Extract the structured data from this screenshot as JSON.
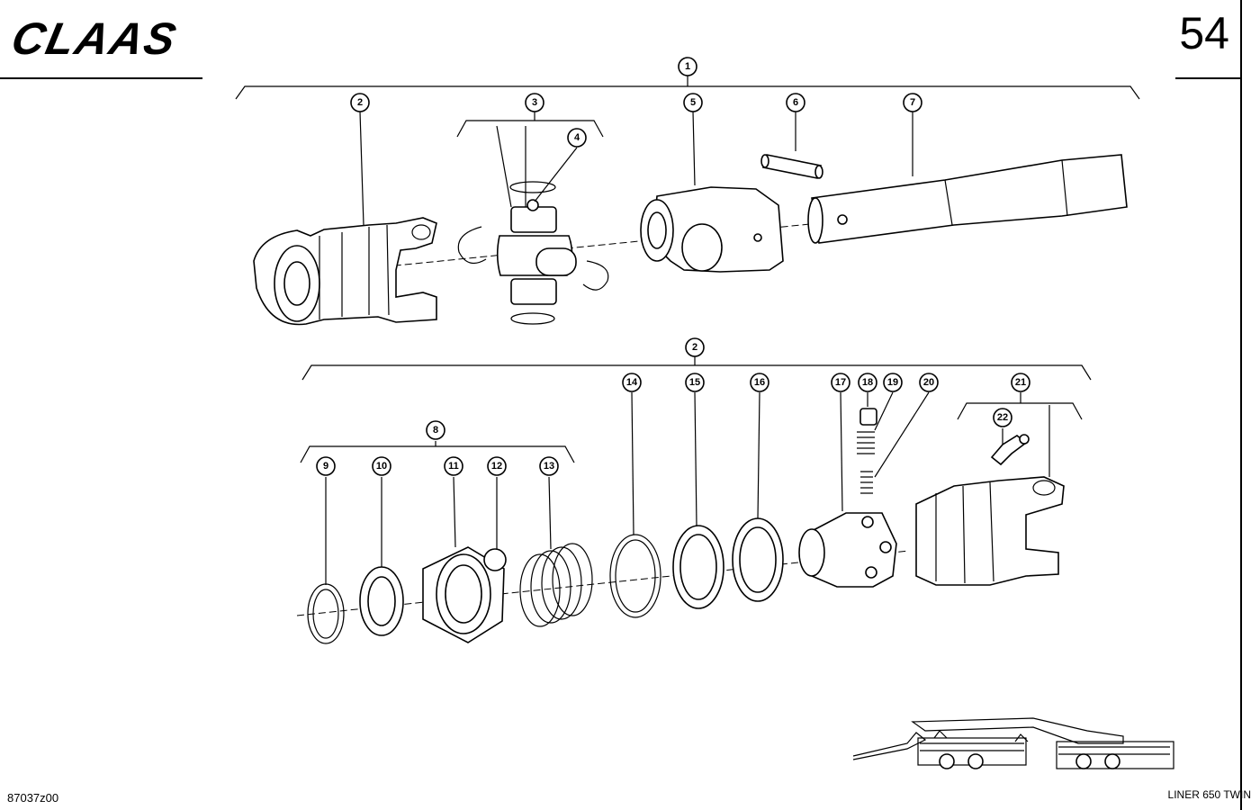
{
  "header": {
    "brand": "CLAAS",
    "page_number": "54"
  },
  "footer": {
    "drawing_code": "87037z00",
    "machine_model": "LINER 650 TWIN"
  },
  "callouts": [
    "1",
    "2",
    "3",
    "4",
    "5",
    "6",
    "7",
    "8",
    "9",
    "10",
    "11",
    "12",
    "13",
    "14",
    "15",
    "16",
    "17",
    "18",
    "19",
    "20",
    "21",
    "22"
  ],
  "assemblies": {
    "upper_group_label": "1",
    "lower_group_label": "2"
  }
}
